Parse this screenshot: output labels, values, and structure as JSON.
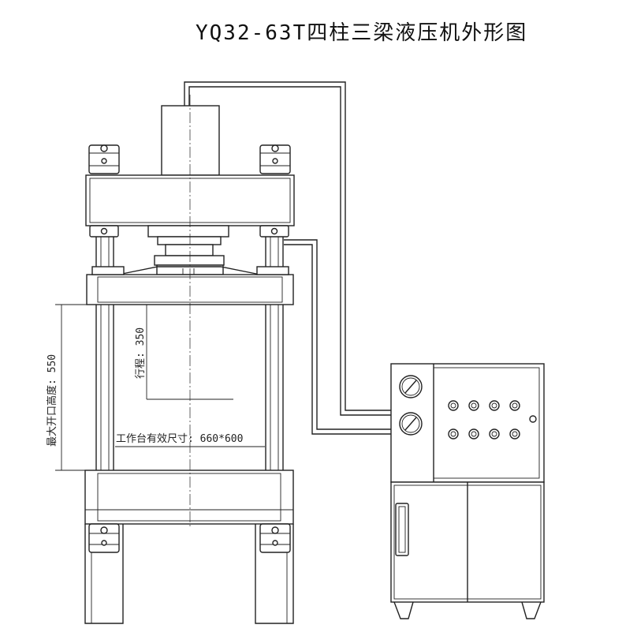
{
  "title": "YQ32-63T四柱三梁液压机外形图",
  "dimensions": {
    "max_opening": "最大开口高度: 550",
    "stroke": "行程: 350",
    "table_size": "工作台有效尺寸: 660*600"
  },
  "machine": {
    "name": "four-column three-beam hydraulic press",
    "control_cabinet": {
      "gauges": 2,
      "button_rows": [
        4,
        4
      ]
    }
  }
}
